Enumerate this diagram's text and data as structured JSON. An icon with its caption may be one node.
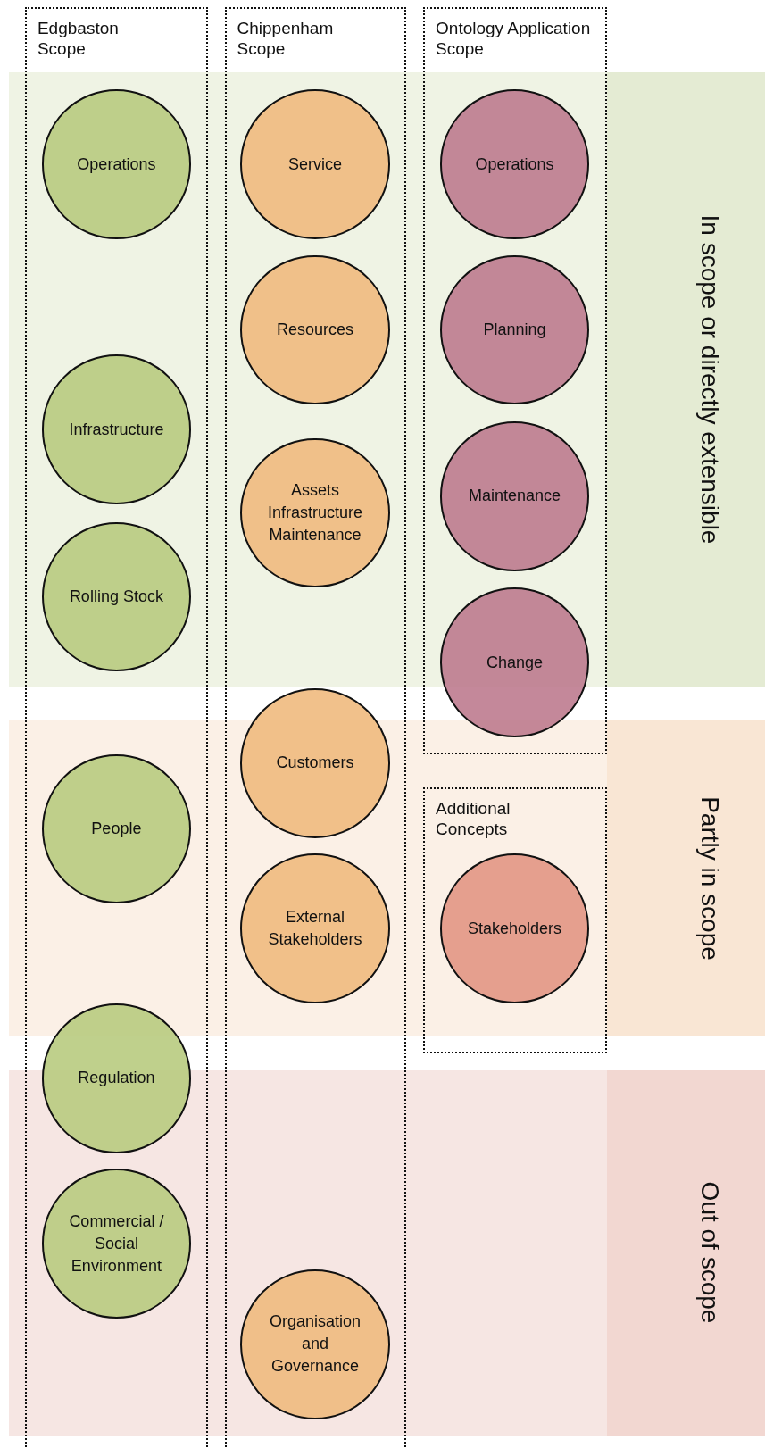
{
  "diagram": {
    "nodes": [
      {
        "text": [
          "In scope or directly extensible"
        ]
      },
      {
        "text": [
          "Partly in scope"
        ]
      },
      {
        "text": [
          "Out of scope"
        ]
      },
      {
        "text": [
          "Edgbaston Scope"
        ]
      },
      {
        "text": [
          "Operations"
        ]
      },
      {
        "text": [
          "Infrastructure"
        ]
      },
      {
        "text": [
          "Rolling Stock"
        ]
      },
      {
        "text": [
          "People"
        ]
      },
      {
        "text": [
          "Regulation"
        ],
        "in": 3
      },
      {
        "text": [
          "Commercial / Social Environment"
        ]
      },
      {
        "text": [
          "Chippenham Scope"
        ]
      },
      {
        "text": [
          "Service"
        ]
      },
      {
        "text": [
          "Resources"
        ]
      },
      {
        "text": [
          "Assets Infrastructure Maintenance"
        ]
      },
      {
        "text": [
          "Customers"
        ],
        "in": 10
      },
      {
        "text": [
          "External Stakeholders"
        ]
      },
      {
        "text": [
          "Organisation and Governance"
        ]
      },
      {
        "text": [
          "Ontology Application Scope"
        ]
      },
      {
        "text": [
          "Operations"
        ],
        "in": 17
      },
      {
        "text": [
          "Planning"
        ],
        "in": 17
      },
      {
        "text": [
          "Maintenance"
        ],
        "in": 17
      },
      {
        "text": [
          "Change"
        ],
        "in": 17
      },
      {
        "text": [
          "Additional Concepts"
        ]
      },
      {
        "text": [
          "Stakeholders"
        ],
        "in": 22
      }
    ],
    "edges": []
  }
}
